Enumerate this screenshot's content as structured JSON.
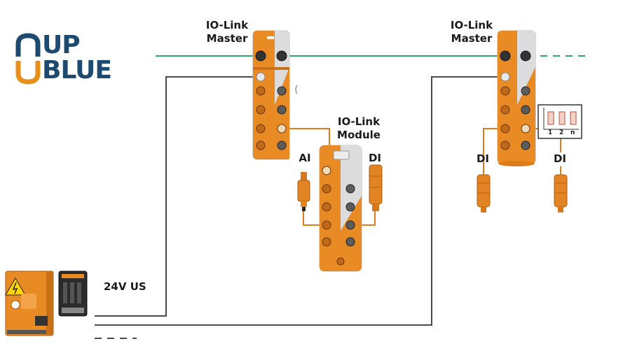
{
  "logo": {
    "line1": "UP",
    "line2": "BLUE",
    "mark_color": "#e88f1c",
    "text_color": "#1d4a6e"
  },
  "labels": {
    "master_left": [
      "IO-Link",
      "Master"
    ],
    "master_right": [
      "IO-Link",
      "Master"
    ],
    "module": [
      "IO-Link",
      "Module"
    ],
    "ai": "AI",
    "di_module": "DI",
    "di_right_1": "DI",
    "di_right_2": "DI",
    "power": "24V US",
    "dip_switch": [
      "1",
      "2",
      "n"
    ]
  },
  "colors": {
    "ethernet_line": "#2bab6e",
    "power_line": "#4a4a4a",
    "module_orange": "#e98b25",
    "module_gray": "#d8d8d8",
    "cable_orange": "#e07b1b",
    "logo_blue": "#1d4a6e",
    "logo_orange": "#e88f1c"
  },
  "icons": {
    "warning": "high-voltage-warning-icon",
    "power_supply": "power-supply-unit",
    "sensor_ai": "analog-sensor",
    "sensor_di": "digital-sensor"
  }
}
